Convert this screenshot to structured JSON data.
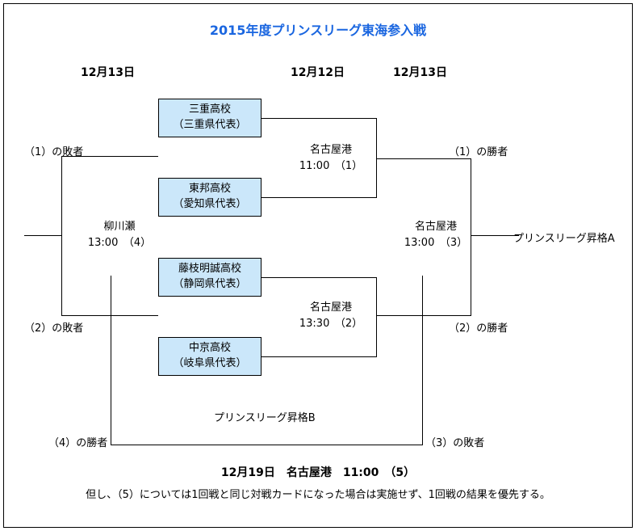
{
  "diagram": {
    "title": "2015年度プリンスリーグ東海参入戦",
    "title_color": "#1a66e0",
    "box_fill_color": "#cbe7fa",
    "line_color": "#000000"
  },
  "date_headers": [
    {
      "label": "12月13日"
    },
    {
      "label": "12月12日"
    },
    {
      "label": "12月13日"
    }
  ],
  "teams": [
    {
      "name": "三重高校",
      "prefecture": "（三重県代表）"
    },
    {
      "name": "東邦高校",
      "prefecture": "（愛知県代表）"
    },
    {
      "name": "藤枝明誠高校",
      "prefecture": "（静岡県代表）"
    },
    {
      "name": "中京高校",
      "prefecture": "（岐阜県代表）"
    }
  ],
  "matches": [
    {
      "venue": "名古屋港",
      "time_no": "11:00　（1）"
    },
    {
      "venue": "名古屋港",
      "time_no": "13:30　（2）"
    },
    {
      "venue": "名古屋港",
      "time_no": "13:00　（3）"
    },
    {
      "venue": "柳川瀬",
      "time_no": "13:00　（4）"
    }
  ],
  "connector_labels": {
    "loser_1": "（1）の敗者",
    "loser_2": "（2）の敗者",
    "winner_1": "（1）の勝者",
    "winner_2": "（2）の勝者",
    "winner_4": "（4）の勝者",
    "loser_3": "（3）の敗者"
  },
  "promotions": {
    "a": "プリンスリーグ昇格A",
    "b": "プリンスリーグ昇格B"
  },
  "footer": {
    "final": "12月19日　名古屋港　11:00　（5）",
    "note": "但し、（5）については1回戦と同じ対戦カードになった場合は実施せず、1回戦の結果を優先する。"
  }
}
